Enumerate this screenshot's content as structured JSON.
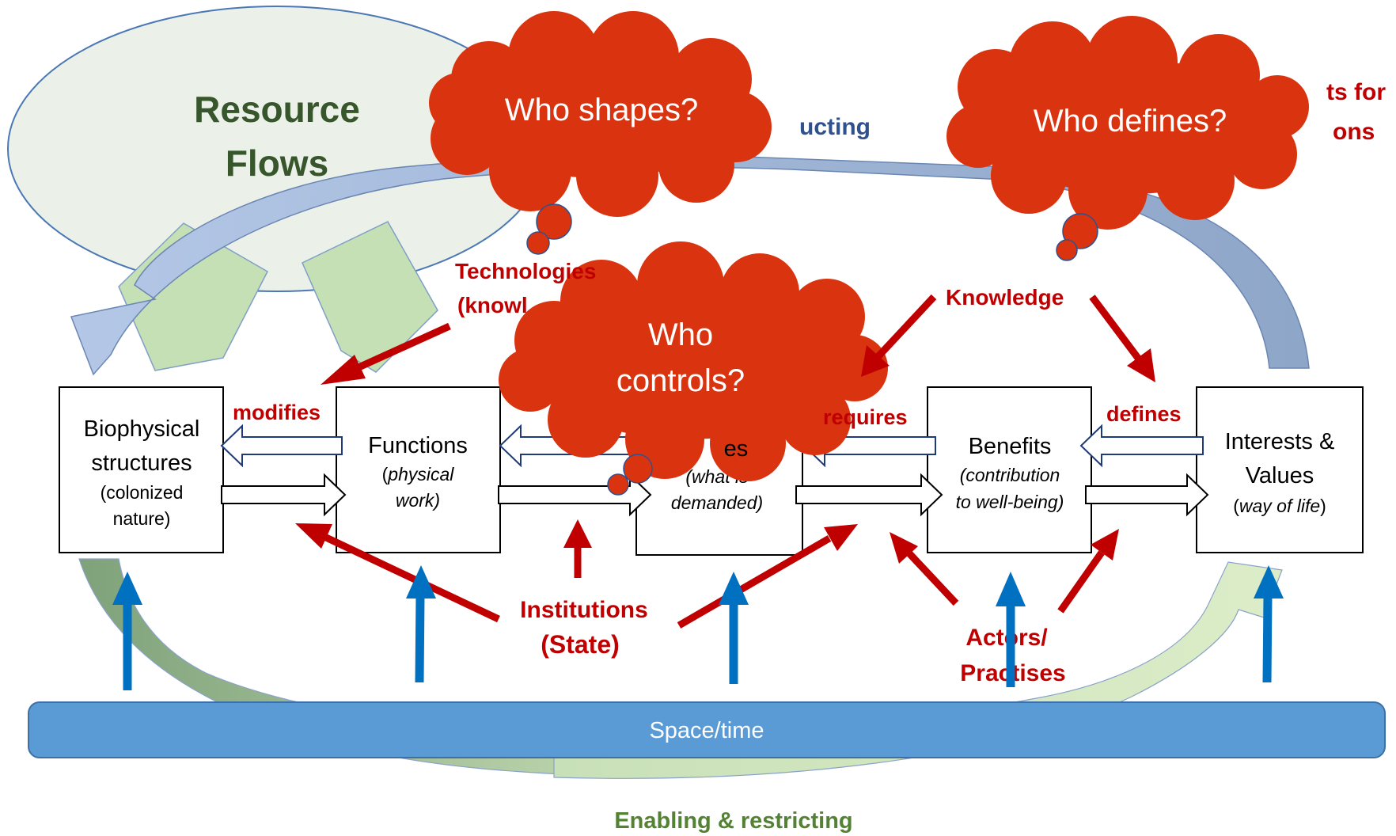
{
  "clouds": {
    "shapes": "Who shapes?",
    "defines": "Who defines?",
    "controls_line1": "Who",
    "controls_line2": "controls?"
  },
  "resource_flows": {
    "line1": "Resource",
    "line2": "Flows"
  },
  "top_labels": {
    "reconstructing_partial": "ucting",
    "right_partial_1": "ts for",
    "right_partial_2": "ons"
  },
  "boxes": {
    "biophysical": {
      "line1": "Biophysical",
      "line2": "structures",
      "line3": "(colonized",
      "line4": "nature)"
    },
    "functions": {
      "title": "Functions",
      "sub1_open": "(",
      "sub1_italic": "physical",
      "sub2_italic": "work)"
    },
    "services": {
      "title_partial": "es",
      "sub1": "(what is",
      "sub2": "demanded)"
    },
    "benefits": {
      "title": "Benefits",
      "sub1": "(contribution",
      "sub2": "to well-being)"
    },
    "interests": {
      "line1": "Interests &",
      "line2": "Values",
      "sub_open": "(",
      "sub_italic": "way of life",
      "sub_close": ")"
    }
  },
  "relations": {
    "modifies": "modifies",
    "requires": "requires",
    "defines": "defines"
  },
  "drivers": {
    "technologies_1": "Technologies",
    "technologies_2": "(knowl",
    "knowledge": "Knowledge",
    "institutions_1": "Institutions",
    "institutions_2": "(State)",
    "actors_1": "Actors/",
    "actors_2": "Practises"
  },
  "spacetime": "Space/time",
  "enabling": "Enabling & restricting",
  "colors": {
    "red_label": "#c00000",
    "cloud_fill": "#d9330f",
    "cloud_stroke": "#2f528f",
    "green_text": "#38562b",
    "blue_arrow": "#0070c0",
    "bar_fill": "#5b9bd5",
    "enabling_green": "#548235"
  }
}
